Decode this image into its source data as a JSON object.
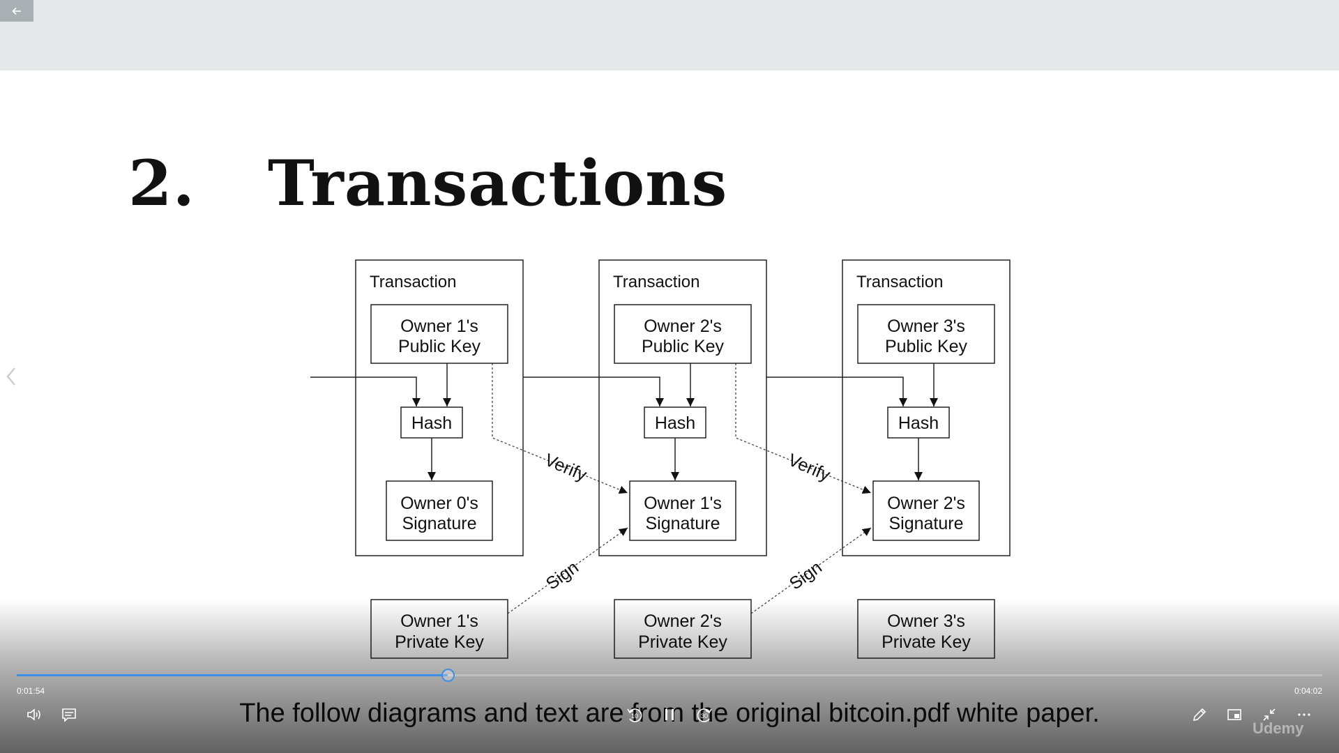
{
  "player": {
    "current_time": "0:01:54",
    "duration": "0:04:02",
    "progress": 0.33,
    "caption": "The follow diagrams and text are from the original bitcoin.pdf white paper.",
    "rewind_label": "10",
    "forward_label": "30",
    "watermark": "Udemy",
    "accent_color": "#3d8fe6"
  },
  "slide": {
    "number": "2.",
    "title": "Transactions",
    "diagram": {
      "columns": [
        {
          "box_label": "Transaction",
          "public_key": [
            "Owner 1's",
            "Public Key"
          ],
          "hash": "Hash",
          "signature": [
            "Owner 0's",
            "Signature"
          ],
          "private_key": [
            "Owner 1's",
            "Private Key"
          ]
        },
        {
          "box_label": "Transaction",
          "public_key": [
            "Owner 2's",
            "Public Key"
          ],
          "hash": "Hash",
          "signature": [
            "Owner 1's",
            "Signature"
          ],
          "private_key": [
            "Owner 2's",
            "Private Key"
          ]
        },
        {
          "box_label": "Transaction",
          "public_key": [
            "Owner 3's",
            "Public Key"
          ],
          "hash": "Hash",
          "signature": [
            "Owner 2's",
            "Signature"
          ],
          "private_key": [
            "Owner 3's",
            "Private Key"
          ]
        }
      ],
      "verify_label": "Verify",
      "sign_label": "Sign"
    }
  },
  "icons": [
    "back-arrow-icon",
    "chevron-left-icon",
    "volume-icon",
    "captions-icon",
    "rewind-10-icon",
    "pause-icon",
    "forward-30-icon",
    "pencil-icon",
    "picture-in-picture-icon",
    "exit-fullscreen-icon",
    "more-icon"
  ]
}
